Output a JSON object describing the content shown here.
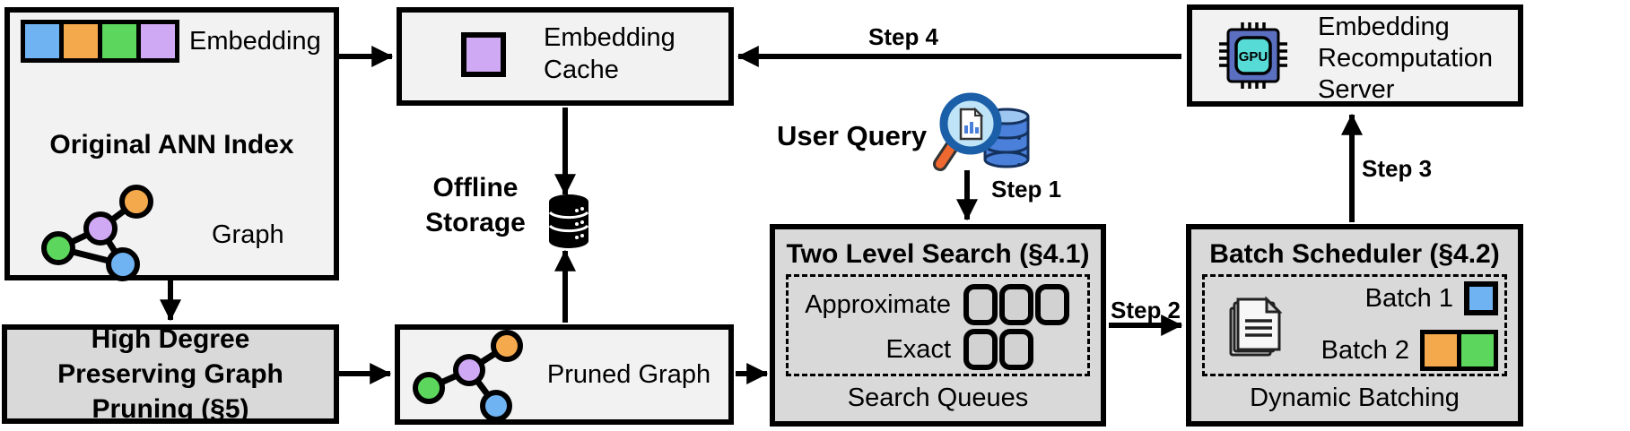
{
  "figure": {
    "original_ann_index": {
      "title": "Original ANN Index",
      "embedding_label": "Embedding",
      "graph_label": "Graph",
      "embedding_cells": [
        "blue",
        "orange",
        "green",
        "purple"
      ]
    },
    "graph_pruning": {
      "title": "High Degree Preserving Graph Pruning (§5)"
    },
    "embedding_cache": {
      "title": "Embedding Cache"
    },
    "offline_storage": {
      "label": "Offline Storage"
    },
    "pruned_graph": {
      "label": "Pruned Graph"
    },
    "user_query": {
      "label": "User Query"
    },
    "two_level_search": {
      "title": "Two Level Search (§4.1)",
      "rows": [
        {
          "label": "Approximate",
          "queue_count": 3
        },
        {
          "label": "Exact",
          "queue_count": 2
        }
      ],
      "footer": "Search Queues"
    },
    "batch_scheduler": {
      "title": "Batch Scheduler (§4.2)",
      "batches": [
        {
          "label": "Batch 1",
          "colors": [
            "blue"
          ]
        },
        {
          "label": "Batch 2",
          "colors": [
            "orange",
            "green"
          ]
        }
      ],
      "footer": "Dynamic Batching"
    },
    "recomputation_server": {
      "title": "Embedding Recomputation Server",
      "chip_label": "GPU"
    },
    "steps": {
      "step1": "Step 1",
      "step2": "Step 2",
      "step3": "Step 3",
      "step4": "Step 4"
    },
    "colors": {
      "blue": "#6fb3f2",
      "orange": "#f5a94d",
      "green": "#5cd65c",
      "purple": "#d0a9f5",
      "box_light": "#f2f2f2",
      "box_dark": "#d9d9d9",
      "outline": "#000000"
    }
  }
}
